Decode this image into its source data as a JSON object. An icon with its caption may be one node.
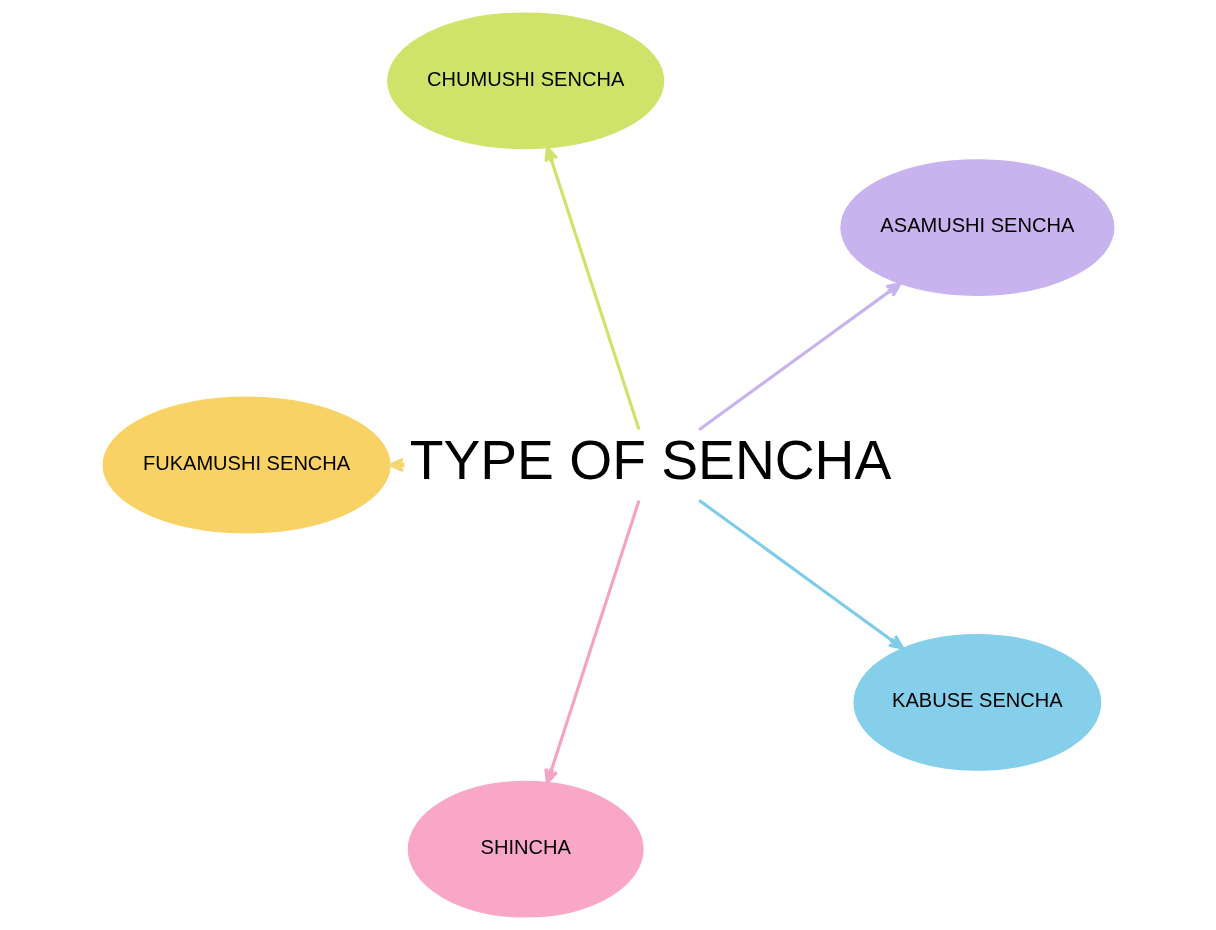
{
  "diagram": {
    "nodes": [
      {
        "text": [
          "ASAMUSHI SENCHA"
        ]
      },
      {
        "text": [
          "CHUMUSHI SENCHA"
        ]
      },
      {
        "text": [
          "FUKAMUSHI SENCHA"
        ]
      },
      {
        "text": [
          "TYPE OF SENCHA"
        ]
      },
      {
        "text": [
          "SHINCHA"
        ]
      },
      {
        "text": [
          "KABUSE SENCHA"
        ]
      }
    ],
    "edges": [
      {
        "from": 3,
        "to": 0,
        "arrow": "to",
        "color": "#c9b3ee"
      },
      {
        "from": 3,
        "to": 1,
        "arrow": "to",
        "color": "#cfe36b"
      },
      {
        "from": 3,
        "to": 2,
        "arrow": "to",
        "color": "#f6d670"
      },
      {
        "from": 3,
        "to": 4,
        "arrow": "to",
        "color": "#f5a3c2"
      },
      {
        "from": 3,
        "to": 5,
        "arrow": "to",
        "color": "#7fcbea"
      }
    ]
  }
}
